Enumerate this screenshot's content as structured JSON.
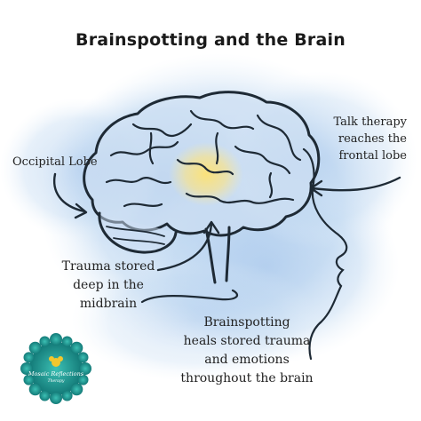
{
  "title": "Brainspotting and the Brain",
  "labels": {
    "occipital": "Occipital Lobe",
    "talk_1": "Talk therapy",
    "talk_2": "reaches the",
    "talk_3": "frontal lobe",
    "trauma_1": "Trauma stored",
    "trauma_2": "deep in the",
    "trauma_3": "midbrain",
    "bsp_1": "Brainspotting",
    "bsp_2": "heals stored trauma",
    "bsp_3": "and emotions",
    "bsp_4": "throughout the brain"
  },
  "logo": {
    "line_1": "Mosaic Reflections",
    "line_2": "Therapy"
  },
  "colors": {
    "watercolor": "#b9d3ee",
    "glow": "#f5d94a",
    "ink": "#1e2a35",
    "logo_teal": "#1f9c93"
  },
  "icons": [
    "brain-illustration",
    "face-profile-line",
    "arrow-icon",
    "gear-logo-icon"
  ]
}
